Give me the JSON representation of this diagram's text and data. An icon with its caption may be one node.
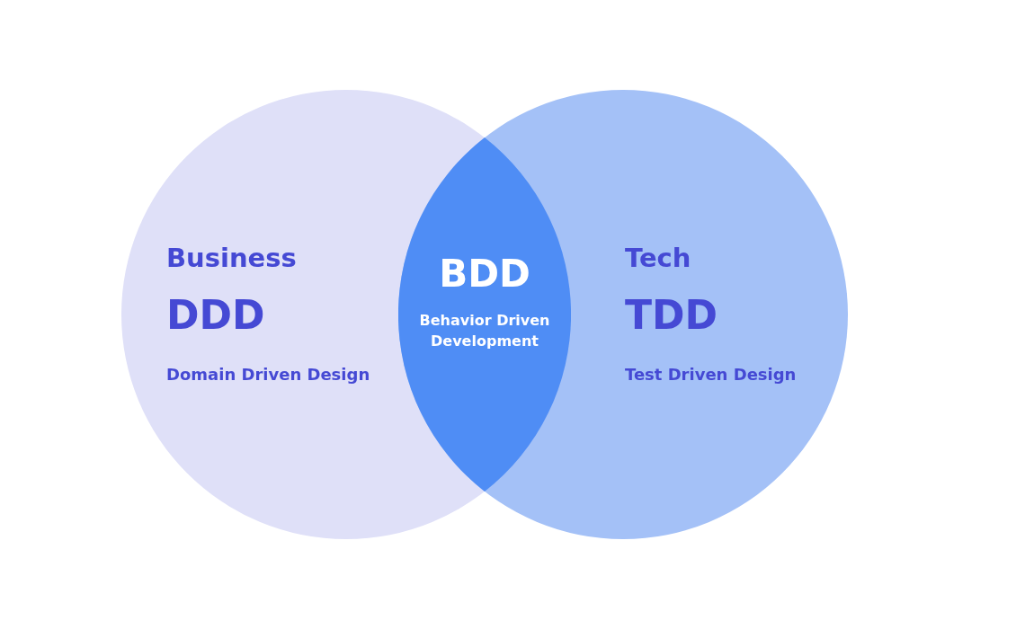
{
  "diagram": {
    "nodes": [
      {
        "text": [
          "Business",
          "DDD",
          "Domain Driven Design"
        ]
      },
      {
        "text": [
          "Tech",
          "TDD",
          "Test Driven Design"
        ]
      },
      {
        "text": [
          "BDD",
          "Behavior Driven Development"
        ]
      }
    ]
  }
}
